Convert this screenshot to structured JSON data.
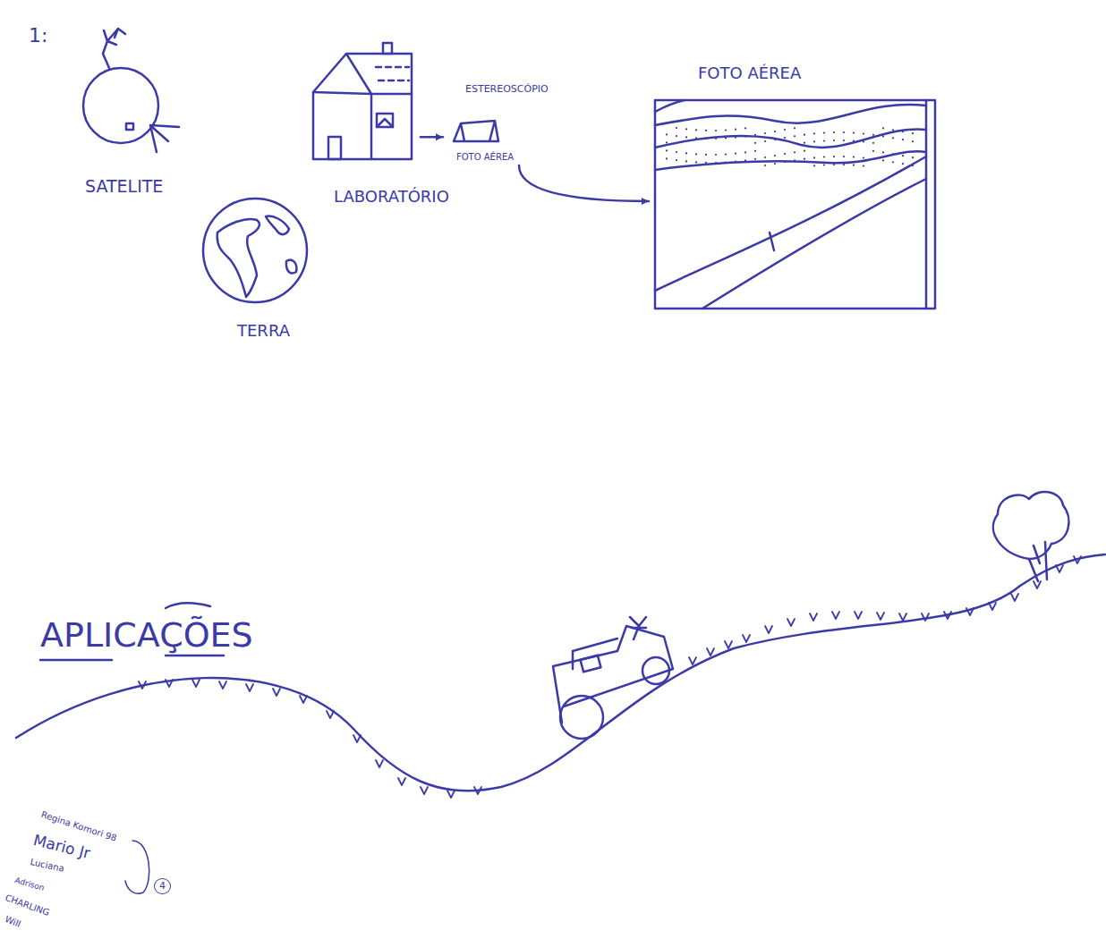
{
  "diagram": {
    "nodes": [
      {
        "text": [
          "SATELITE"
        ]
      },
      {
        "text": [
          "TERRA"
        ]
      },
      {
        "text": [
          "LABORATÓRIO"
        ]
      },
      {
        "text": [
          "ESTEREOSCÓPIO",
          "FOTO AÉREA"
        ]
      },
      {
        "text": [
          "FOTO AÉREA"
        ]
      }
    ],
    "edges": [
      {
        "from": 2,
        "to": 3,
        "arrow": "to"
      },
      {
        "from": 3,
        "to": 4,
        "arrow": "to"
      }
    ],
    "labels": [
      "1:",
      "APLICAÇÕES",
      "Regina Komori 98",
      "Mario Jr",
      "Luciana",
      "Adrison",
      "CHARLING",
      "Will",
      "4"
    ]
  }
}
